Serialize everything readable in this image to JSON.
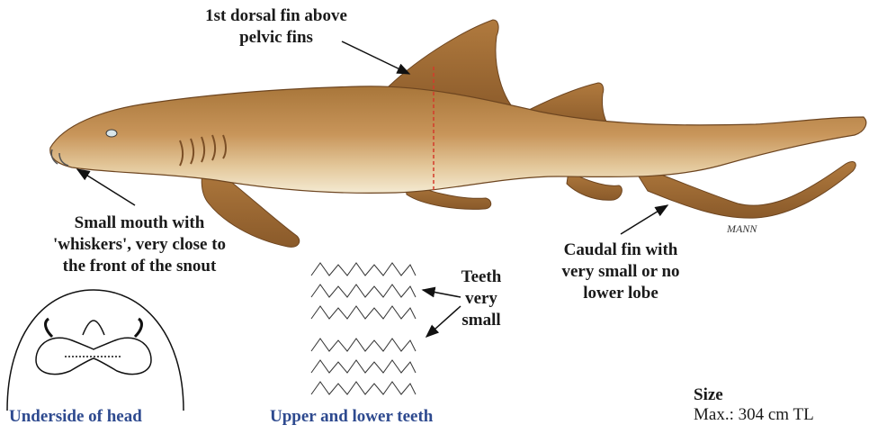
{
  "annotations": {
    "dorsal_fin": [
      "1st dorsal fin above",
      "pelvic fins"
    ],
    "mouth": [
      "Small mouth with",
      "'whiskers', very close to",
      "the front of the snout"
    ],
    "caudal_fin": [
      "Caudal fin with",
      "very small or no",
      "lower lobe"
    ],
    "teeth": [
      "Teeth",
      "very",
      "small"
    ]
  },
  "captions": {
    "underside": "Underside of head",
    "teeth": "Upper and lower teeth"
  },
  "size": {
    "title": "Size",
    "value": "Max.: 304 cm TL"
  },
  "signature": "MANN",
  "colors": {
    "caption_blue": "#2e4a8f",
    "body_tan": "#c08a4a",
    "belly": "#f4ead2",
    "dashed_line": "#d43a2a"
  }
}
